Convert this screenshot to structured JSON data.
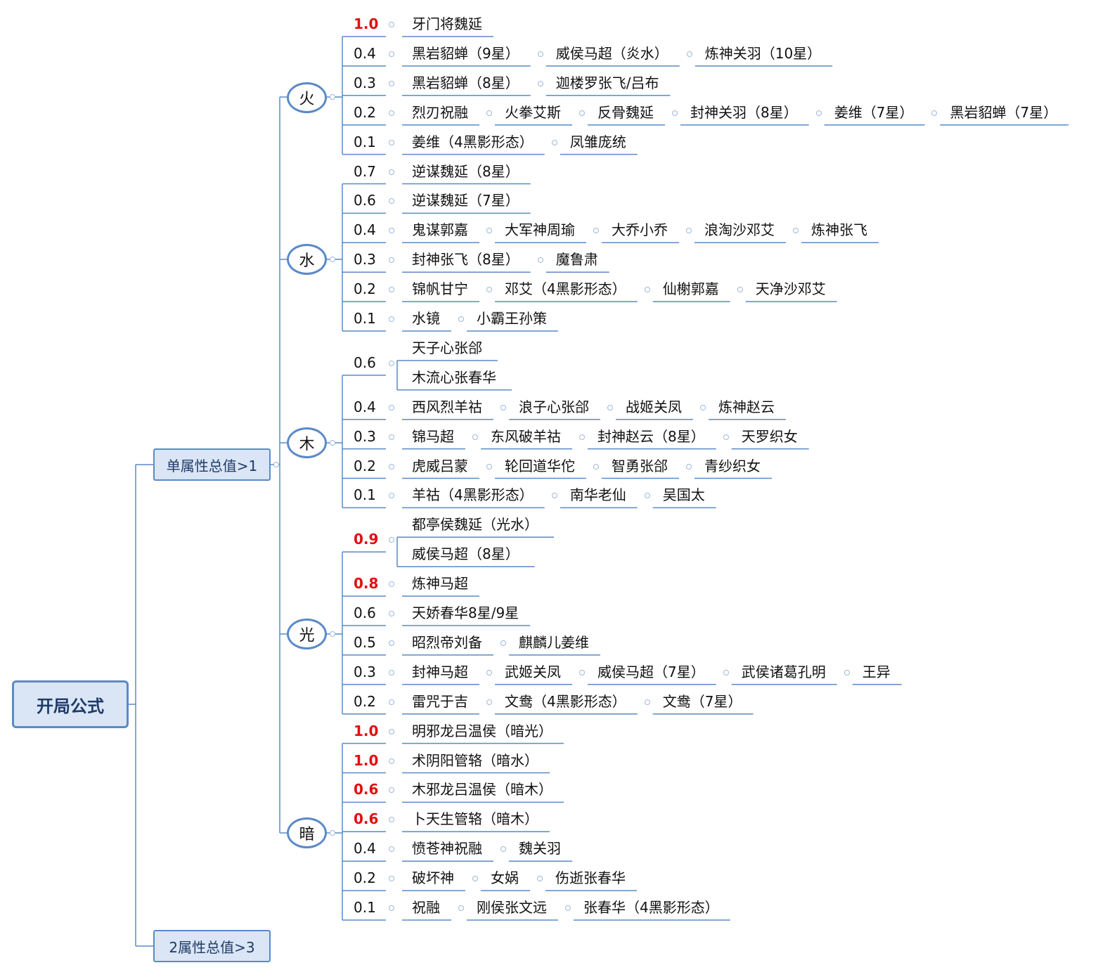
{
  "root": {
    "label": "开局公式"
  },
  "categories": [
    {
      "label": "单属性总值>1"
    },
    {
      "label": "2属性总值>3"
    }
  ],
  "elements": [
    {
      "label": "火",
      "rows": [
        {
          "value": "1.0",
          "hot": true,
          "items": [
            "牙门将魏延"
          ]
        },
        {
          "value": "0.4",
          "hot": false,
          "items": [
            "黑岩貂蝉（9星）",
            "威侯马超（炎水）",
            "炼神关羽（10星）"
          ]
        },
        {
          "value": "0.3",
          "hot": false,
          "items": [
            "黑岩貂蝉（8星）",
            "迦楼罗张飞/吕布"
          ]
        },
        {
          "value": "0.2",
          "hot": false,
          "items": [
            "烈刃祝融",
            "火拳艾斯",
            "反骨魏延",
            "封神关羽（8星）",
            "姜维（7星）",
            "黑岩貂蝉（7星）"
          ]
        },
        {
          "value": "0.1",
          "hot": false,
          "items": [
            "姜维（4黑影形态）",
            "凤雏庞统"
          ]
        }
      ]
    },
    {
      "label": "水",
      "rows": [
        {
          "value": "0.7",
          "hot": false,
          "items": [
            "逆谋魏延（8星）"
          ]
        },
        {
          "value": "0.6",
          "hot": false,
          "items": [
            "逆谋魏延（7星）"
          ]
        },
        {
          "value": "0.4",
          "hot": false,
          "items": [
            "鬼谋郭嘉",
            "大军神周瑜",
            "大乔小乔",
            "浪淘沙邓艾",
            "炼神张飞"
          ]
        },
        {
          "value": "0.3",
          "hot": false,
          "items": [
            "封神张飞（8星）",
            "魔鲁肃"
          ]
        },
        {
          "value": "0.2",
          "hot": false,
          "items": [
            "锦帆甘宁",
            "邓艾（4黑影形态）",
            "仙榭郭嘉",
            "天净沙邓艾"
          ]
        },
        {
          "value": "0.1",
          "hot": false,
          "items": [
            "水镜",
            "小霸王孙策"
          ]
        }
      ]
    },
    {
      "label": "木",
      "rows": [
        {
          "value": "0.6",
          "hot": false,
          "stack": [
            "天子心张郃",
            "木流心张春华"
          ]
        },
        {
          "value": "0.4",
          "hot": false,
          "items": [
            "西风烈羊祜",
            "浪子心张郃",
            "战姬关凤",
            "炼神赵云"
          ]
        },
        {
          "value": "0.3",
          "hot": false,
          "items": [
            "锦马超",
            "东风破羊祜",
            "封神赵云（8星）",
            "天罗织女"
          ]
        },
        {
          "value": "0.2",
          "hot": false,
          "items": [
            "虎威吕蒙",
            "轮回道华佗",
            "智勇张郃",
            "青纱织女"
          ]
        },
        {
          "value": "0.1",
          "hot": false,
          "items": [
            "羊祜（4黑影形态）",
            "南华老仙",
            "吴国太"
          ]
        }
      ]
    },
    {
      "label": "光",
      "rows": [
        {
          "value": "0.9",
          "hot": true,
          "stack": [
            "都亭侯魏延（光水）",
            "威侯马超（8星）"
          ]
        },
        {
          "value": "0.8",
          "hot": true,
          "items": [
            "炼神马超"
          ]
        },
        {
          "value": "0.6",
          "hot": false,
          "items": [
            "天娇春华8星/9星"
          ]
        },
        {
          "value": "0.5",
          "hot": false,
          "items": [
            "昭烈帝刘备",
            "麒麟儿姜维"
          ]
        },
        {
          "value": "0.3",
          "hot": false,
          "items": [
            "封神马超",
            "武姬关凤",
            "威侯马超（7星）",
            "武侯诸葛孔明",
            "王异"
          ]
        },
        {
          "value": "0.2",
          "hot": false,
          "items": [
            "雷咒于吉",
            "文鸯（4黑影形态）",
            "文鸯（7星）"
          ]
        }
      ]
    },
    {
      "label": "暗",
      "rows": [
        {
          "value": "1.0",
          "hot": true,
          "items": [
            "明邪龙吕温侯（暗光）"
          ]
        },
        {
          "value": "1.0",
          "hot": true,
          "items": [
            "术阴阳管辂（暗水）"
          ]
        },
        {
          "value": "0.6",
          "hot": true,
          "items": [
            "木邪龙吕温侯（暗木）"
          ]
        },
        {
          "value": "0.6",
          "hot": true,
          "items": [
            "卜天生管辂（暗木）"
          ]
        },
        {
          "value": "0.4",
          "hot": false,
          "items": [
            "愤苍神祝融",
            "魏关羽"
          ]
        },
        {
          "value": "0.2",
          "hot": false,
          "items": [
            "破坏神",
            "女娲",
            "伤逝张春华"
          ]
        },
        {
          "value": "0.1",
          "hot": false,
          "items": [
            "祝融",
            "刚侯张文远",
            "张春华（4黑影形态）"
          ]
        }
      ]
    }
  ],
  "colors": {
    "line": "#5b8ac6",
    "hot": "#e01010",
    "box_fill": "#dae6f5"
  }
}
